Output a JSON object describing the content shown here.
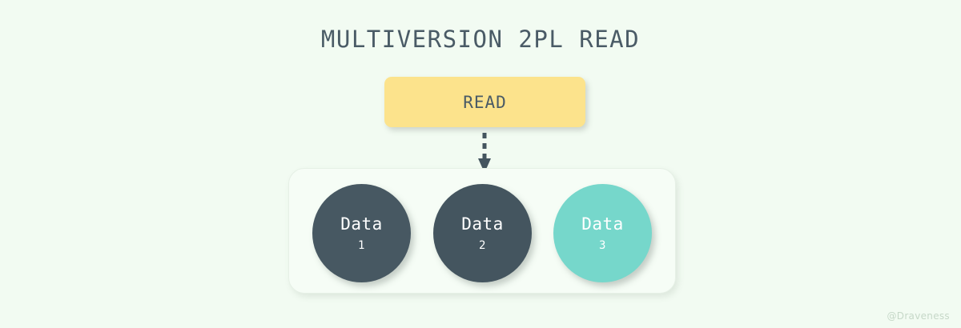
{
  "title": "MULTIVERSION 2PL READ",
  "colors": {
    "background": "#f2fbf2",
    "title_text": "#4a5b66",
    "operation_fill": "#fce38c",
    "operation_text": "#4a5b66",
    "container_fill": "#f6fdf6",
    "container_border": "#e6f0e6",
    "version_dark": "#46575f",
    "version_highlight": "#76d7cb",
    "node_text": "#ffffff",
    "arrow": "#44555f",
    "watermark": "#c6d8c8"
  },
  "operation": {
    "label": "READ"
  },
  "arrow": {
    "name": "dashed-down-arrow",
    "style": "dashed",
    "direction": "down"
  },
  "versions": {
    "nodes": [
      {
        "label": "Data",
        "version": "1",
        "state": "dark"
      },
      {
        "label": "Data",
        "version": "2",
        "state": "dark"
      },
      {
        "label": "Data",
        "version": "3",
        "state": "highlight"
      }
    ]
  },
  "watermark": "@Draveness"
}
